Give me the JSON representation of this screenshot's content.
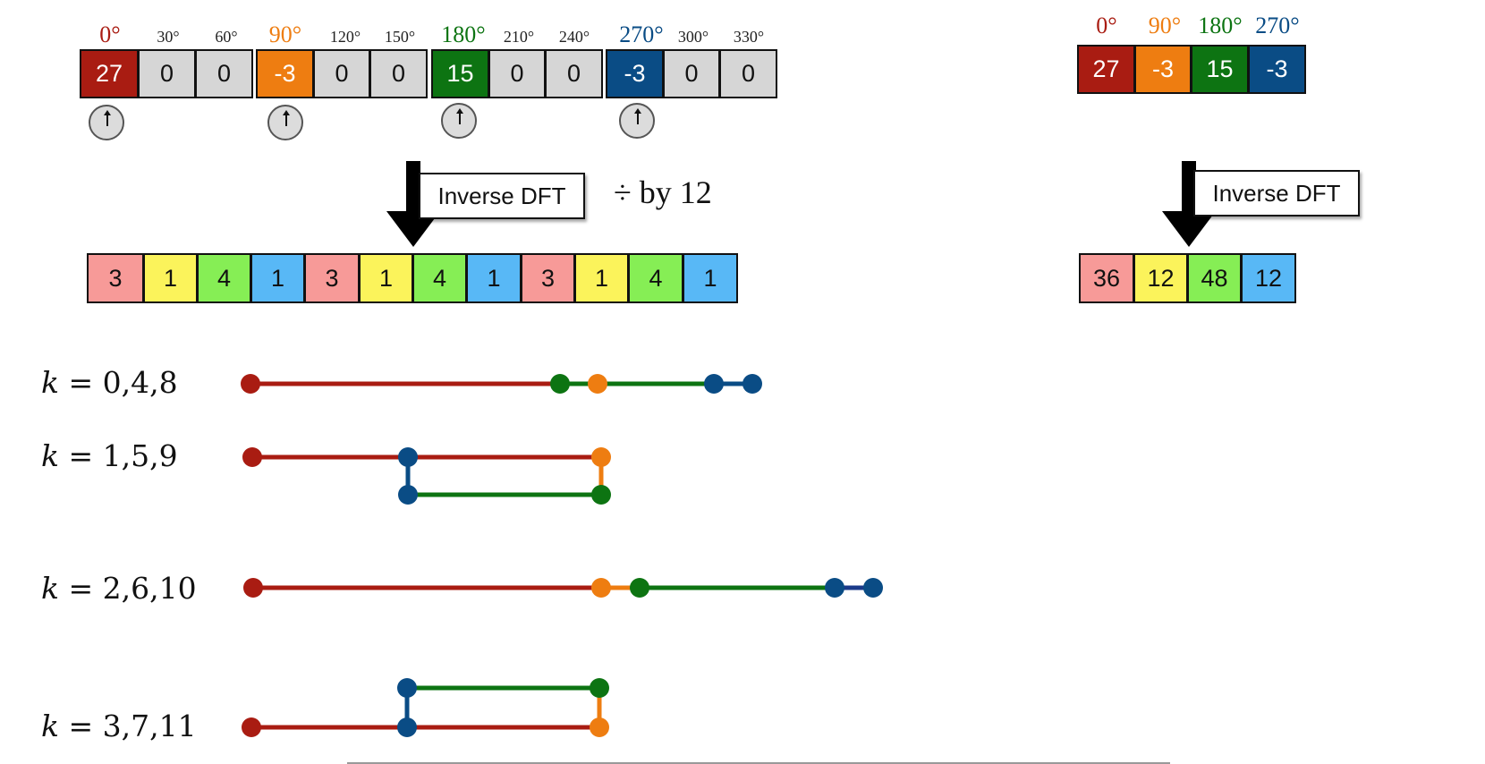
{
  "colors": {
    "red": "#a91c12",
    "orange": "#ee7d11",
    "green": "#0d7412",
    "blue": "#0a4c85",
    "gray": "#d6d6d6",
    "pink": "#f79a98",
    "yellow": "#fbf35b",
    "lightgreen": "#86ee55",
    "lightblue": "#58b8f6",
    "navy": "#1a3a8a"
  },
  "top_left": {
    "angles": [
      "0°",
      "30°",
      "60°",
      "90°",
      "120°",
      "150°",
      "180°",
      "210°",
      "240°",
      "270°",
      "300°",
      "330°"
    ],
    "values": [
      "27",
      "0",
      "0",
      "-3",
      "0",
      "0",
      "15",
      "0",
      "0",
      "-3",
      "0",
      "0"
    ]
  },
  "top_right": {
    "angles": [
      "0°",
      "90°",
      "180°",
      "270°"
    ],
    "values": [
      "27",
      "-3",
      "15",
      "-3"
    ]
  },
  "arrow_label": "Inverse DFT",
  "divide_label": "÷ by 12",
  "result_left": [
    "3",
    "1",
    "4",
    "1",
    "3",
    "1",
    "4",
    "1",
    "3",
    "1",
    "4",
    "1"
  ],
  "result_right": [
    "36",
    "12",
    "48",
    "12"
  ],
  "k_rows": [
    {
      "k_values": "0,4,8"
    },
    {
      "k_values": "1,5,9"
    },
    {
      "k_values": "2,6,10"
    },
    {
      "k_values": "3,7,11"
    }
  ]
}
